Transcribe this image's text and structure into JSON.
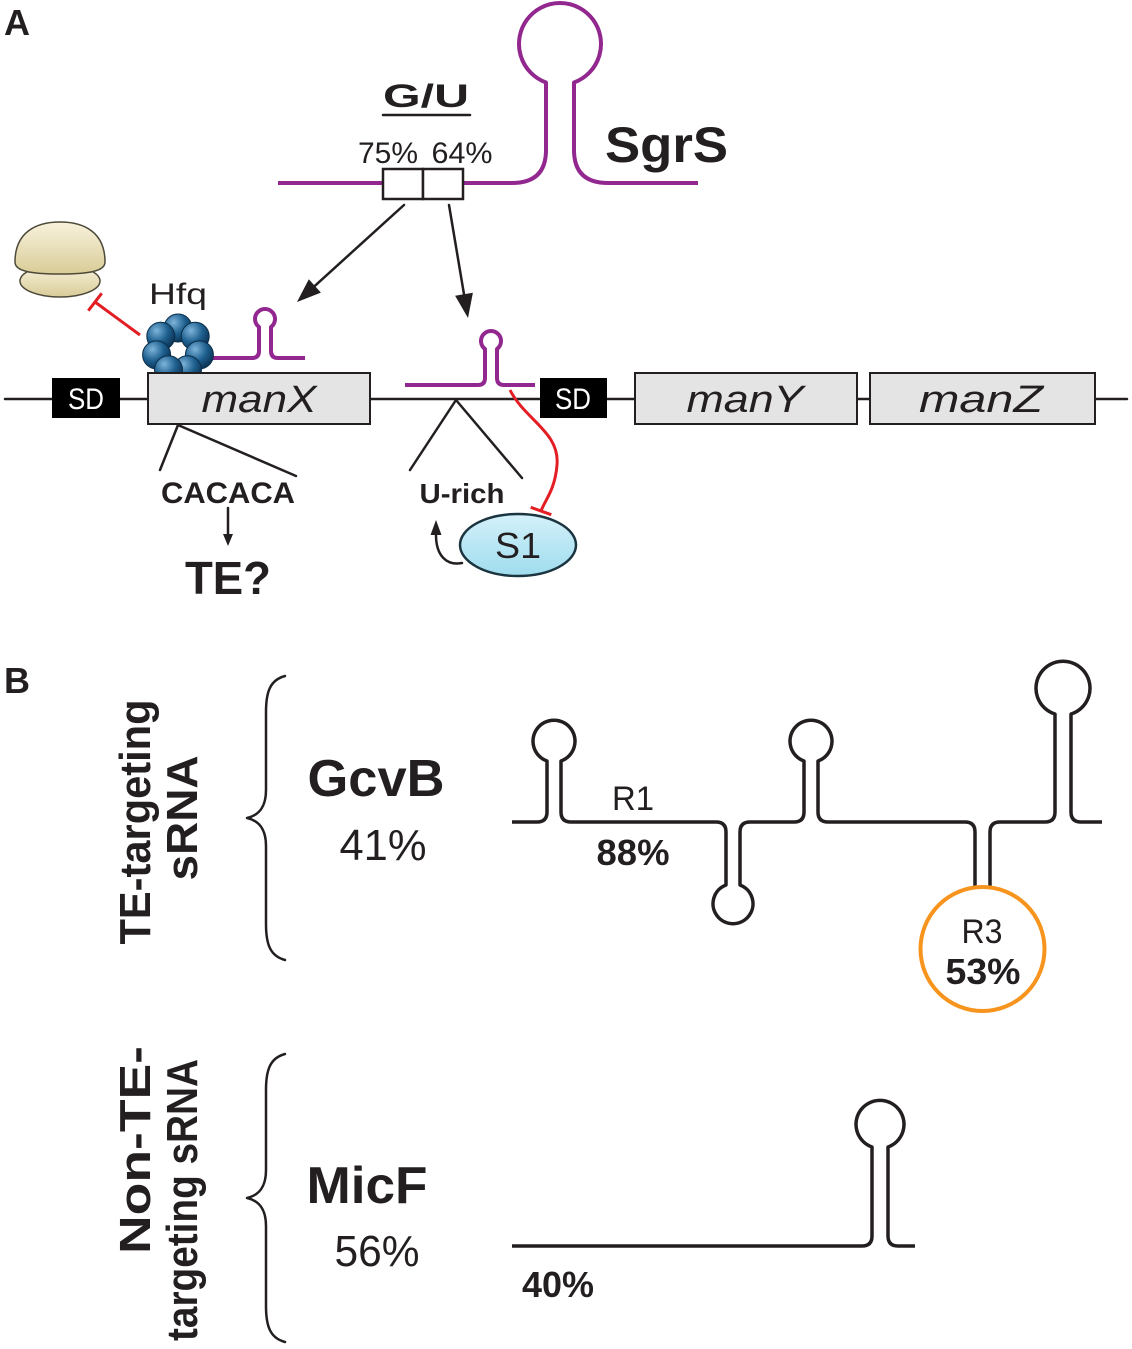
{
  "panel_a": {
    "label": "A",
    "sgrs": {
      "name": "SgrS",
      "gu_header": "G/U",
      "gu_regions": [
        "75%",
        "64%"
      ]
    },
    "hfq_label": "Hfq",
    "operon": {
      "sd_labels": [
        "SD",
        "SD"
      ],
      "genes": [
        "manX",
        "manY",
        "manZ"
      ]
    },
    "manx_motif": "CACACA",
    "manx_motif_effect": "TE?",
    "intergenic_motif": "U-rich",
    "s1_label": "S1"
  },
  "panel_b": {
    "label": "B",
    "te_targeting": {
      "group_label": [
        "TE-targeting",
        "sRNA"
      ],
      "srna_name": "GcvB",
      "gu_percent": "41%",
      "regions": [
        {
          "name": "R1",
          "gu_percent": "88%"
        },
        {
          "name": "R3",
          "gu_percent": "53%"
        }
      ]
    },
    "non_te_targeting": {
      "group_label": [
        "Non-TE-",
        "targeting sRNA"
      ],
      "srna_name": "MicF",
      "gu_percent": "56%",
      "seed_gu_percent": "40%"
    }
  },
  "colors": {
    "srna_purple": "#92278F",
    "seed_orange": "#F7941E",
    "inhibition_red": "#E31E24",
    "hfq_blue": "#1D5F8E",
    "s1_cyan": "#9FDCEE",
    "gene_box_gray": "#E4E4E4",
    "ribosome_beige": "#D9CC98",
    "sd_box_black": "#000000"
  },
  "icons": {
    "ribosome": "ribosome-icon",
    "hfq": "hfq-hexamer-icon",
    "s1": "s1-protein-icon"
  }
}
